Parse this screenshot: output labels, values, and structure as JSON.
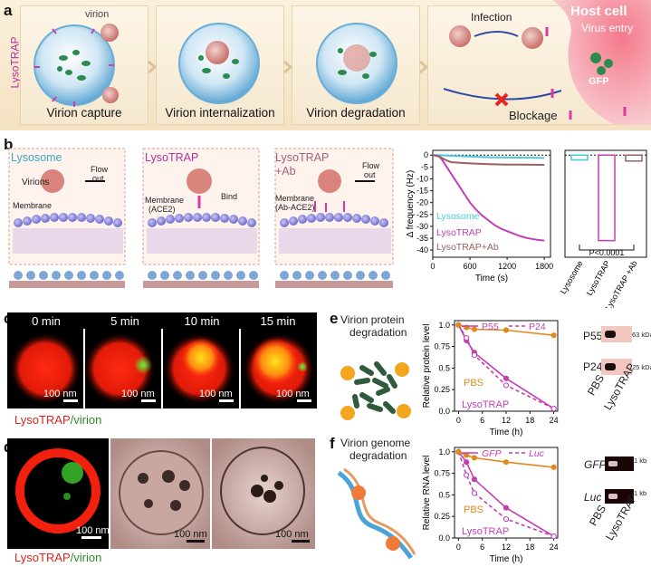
{
  "panel_a": {
    "label": "a",
    "side_label": "LysoTRAP",
    "virion_label": "virion",
    "steps": [
      "Virion capture",
      "Virion internalization",
      "Virion degradation"
    ],
    "infection": "Infection",
    "host_cell": "Host cell",
    "virus_entry": "Virus entry",
    "gfp": "GFP",
    "blockage": "Blockage"
  },
  "panel_b": {
    "label": "b",
    "s1": {
      "title": "Lysosome",
      "virions": "Virions",
      "flow": "Flow",
      "out": "out",
      "membrane": "Membrane"
    },
    "s2": {
      "title": "LysoTRAP",
      "bind": "Bind",
      "membrane": "Membrane",
      "membrane2": "(ACE2)"
    },
    "s3": {
      "title": "LysoTRAP",
      "title2": "+Ab",
      "flow": "Flow",
      "out": "out",
      "membrane": "Membrane",
      "membrane2": "(Ab-ACE2)"
    }
  },
  "panel_c": {
    "label": "c",
    "times": [
      "0 min",
      "5 min",
      "10 min",
      "15 min"
    ],
    "scale": "100 nm",
    "caption_a": "LysoTRAP",
    "caption_b": "/virion"
  },
  "panel_d": {
    "label": "d",
    "scale": "100 nm",
    "caption_a": "LysoTRAP",
    "caption_b": "/virion"
  },
  "panel_e": {
    "label": "e",
    "title": "Virion protein",
    "title2": "degradation",
    "blot_labels": [
      "P55",
      "P24"
    ],
    "kda": [
      "63 kDa",
      "25 kDa"
    ],
    "lanes": [
      "PBS",
      "LysoTRAP"
    ]
  },
  "panel_f": {
    "label": "f",
    "title": "Virion genome",
    "title2": "degradation",
    "blot_labels": [
      "GFP",
      "Luc"
    ],
    "kda": [
      "1 kb",
      "1 kb"
    ],
    "lanes": [
      "PBS",
      "LysoTRAP"
    ]
  },
  "colors": {
    "lysosome": "#49c9d9",
    "lysotrap": "#c23fb4",
    "ab": "#9b6060",
    "pbs": "#e08a1e",
    "magenta": "#c23fb4"
  },
  "chart_data": [
    {
      "id": "b_freq",
      "type": "line",
      "xlabel": "Time (s)",
      "ylabel": "Δ frequency (Hz)",
      "xlim": [
        0,
        1900
      ],
      "ylim": [
        -43,
        2
      ],
      "xticks": [
        0,
        600,
        1200,
        1800
      ],
      "yticks": [
        0,
        -5,
        -10,
        -15,
        -20,
        -25,
        -30,
        -35,
        -40
      ],
      "series": [
        {
          "name": "Lysosome",
          "x": [
            0,
            100,
            300,
            600,
            900,
            1200,
            1500,
            1800
          ],
          "y": [
            0,
            0,
            -0.3,
            -0.6,
            -0.9,
            -1.0,
            -1.1,
            -1.2
          ]
        },
        {
          "name": "LysoTRAP",
          "x": [
            0,
            100,
            150,
            200,
            300,
            400,
            500,
            600,
            700,
            800,
            900,
            1000,
            1100,
            1200,
            1300,
            1400,
            1500,
            1600,
            1700,
            1800
          ],
          "y": [
            0,
            -0.5,
            -2,
            -4,
            -8,
            -12,
            -16,
            -20,
            -23,
            -25.5,
            -27.5,
            -29.5,
            -31,
            -32,
            -33,
            -34,
            -34.8,
            -35.3,
            -35.7,
            -36
          ]
        },
        {
          "name": "LysoTRAP+Ab",
          "x": [
            0,
            100,
            200,
            300,
            600,
            900,
            1200,
            1500,
            1800
          ],
          "y": [
            0,
            -0.5,
            -2,
            -3,
            -3.5,
            -3.8,
            -4,
            -4,
            -4.1
          ]
        }
      ]
    },
    {
      "id": "b_bar",
      "type": "bar",
      "categories": [
        "Lysosome",
        "LysoTRAP",
        "LysoTRAP +Ab"
      ],
      "values": [
        -2,
        -36,
        -2.5
      ],
      "ylim": [
        -43,
        2
      ],
      "annotation": "P<0.0001"
    },
    {
      "id": "e_prot",
      "type": "line",
      "xlabel": "Time (h)",
      "ylabel": "Relative protein level",
      "xlim": [
        -1,
        25
      ],
      "ylim": [
        0,
        1.05
      ],
      "xticks": [
        0,
        6,
        12,
        18,
        24
      ],
      "yticks": [
        0.0,
        0.25,
        0.5,
        0.75,
        1.0
      ],
      "series": [
        {
          "name": "P55",
          "x": [
            0,
            2,
            4,
            12,
            24
          ],
          "y": [
            1.0,
            0.82,
            0.68,
            0.38,
            0.03
          ]
        },
        {
          "name": "P24",
          "x": [
            0,
            2,
            4,
            12,
            24
          ],
          "y": [
            1.0,
            0.85,
            0.65,
            0.3,
            0.03
          ]
        },
        {
          "name": "PBS",
          "x": [
            0,
            2,
            4,
            12,
            24
          ],
          "y": [
            1.0,
            0.97,
            0.95,
            0.94,
            0.88
          ]
        }
      ]
    },
    {
      "id": "f_rna",
      "type": "line",
      "xlabel": "Time (h)",
      "ylabel": "Relative RNA level",
      "xlim": [
        -1,
        25
      ],
      "ylim": [
        0,
        1.05
      ],
      "xticks": [
        0,
        6,
        12,
        18,
        24
      ],
      "yticks": [
        0.0,
        0.25,
        0.5,
        0.75,
        1.0
      ],
      "series": [
        {
          "name": "GFP",
          "x": [
            0,
            2,
            4,
            12,
            24
          ],
          "y": [
            1.0,
            0.88,
            0.68,
            0.35,
            0.02
          ]
        },
        {
          "name": "Luc",
          "x": [
            0,
            2,
            4,
            12,
            24
          ],
          "y": [
            1.0,
            0.73,
            0.52,
            0.22,
            0.02
          ]
        },
        {
          "name": "PBS",
          "x": [
            0,
            2,
            4,
            12,
            24
          ],
          "y": [
            1.0,
            0.96,
            0.93,
            0.88,
            0.82
          ]
        }
      ]
    }
  ]
}
